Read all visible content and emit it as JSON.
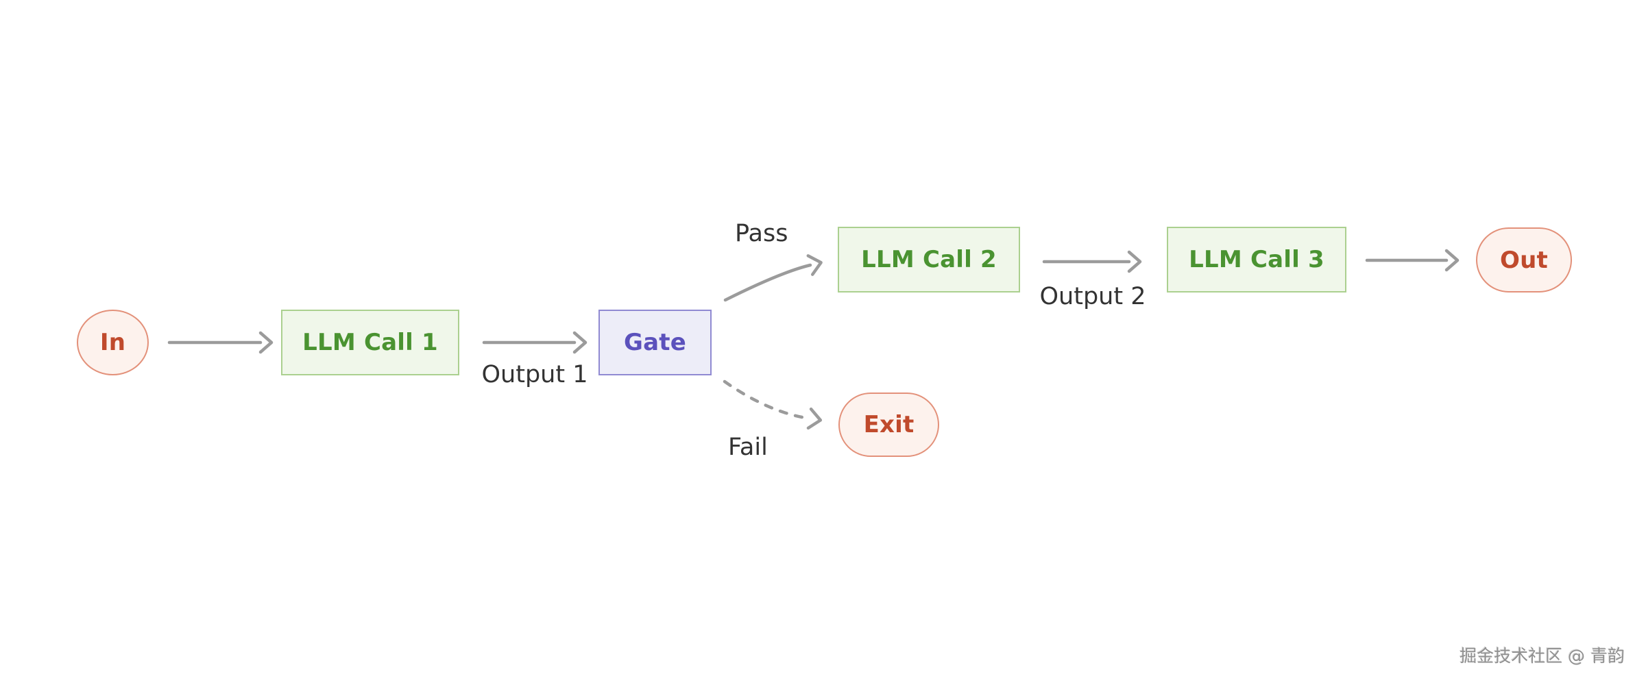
{
  "diagram": {
    "type": "flowchart",
    "nodes": [
      {
        "id": "in",
        "label": "In",
        "shape": "ellipse",
        "role": "terminal"
      },
      {
        "id": "llm-call-1",
        "label": "LLM Call 1",
        "shape": "rect",
        "role": "process"
      },
      {
        "id": "gate",
        "label": "Gate",
        "shape": "rect",
        "role": "decision"
      },
      {
        "id": "llm-call-2",
        "label": "LLM Call 2",
        "shape": "rect",
        "role": "process"
      },
      {
        "id": "llm-call-3",
        "label": "LLM Call 3",
        "shape": "rect",
        "role": "process"
      },
      {
        "id": "out",
        "label": "Out",
        "shape": "stadium",
        "role": "terminal"
      },
      {
        "id": "exit",
        "label": "Exit",
        "shape": "stadium",
        "role": "terminal"
      }
    ],
    "edges": [
      {
        "from": "in",
        "to": "llm-call-1",
        "label": "",
        "style": "solid"
      },
      {
        "from": "llm-call-1",
        "to": "gate",
        "label": "Output 1",
        "style": "solid"
      },
      {
        "from": "gate",
        "to": "llm-call-2",
        "label": "Pass",
        "style": "solid"
      },
      {
        "from": "gate",
        "to": "exit",
        "label": "Fail",
        "style": "dashed"
      },
      {
        "from": "llm-call-2",
        "to": "llm-call-3",
        "label": "Output 2",
        "style": "solid"
      },
      {
        "from": "llm-call-3",
        "to": "out",
        "label": "",
        "style": "solid"
      }
    ]
  },
  "watermark": "掘金技术社区 @ 青韵",
  "colors": {
    "canvas_bg": "#ffffff",
    "arrow": "#9b9b9b",
    "edge_label": "#333333",
    "process_fill": "#f0f7ea",
    "process_border": "#abd08f",
    "process_text": "#4a9331",
    "decision_fill": "#ededf8",
    "decision_border": "#908ad2",
    "decision_text": "#5b51bc",
    "terminal_fill": "#fdf2ed",
    "terminal_border": "#e3917a",
    "terminal_text": "#c04a2c",
    "watermark_text": "#8f8f8f"
  }
}
